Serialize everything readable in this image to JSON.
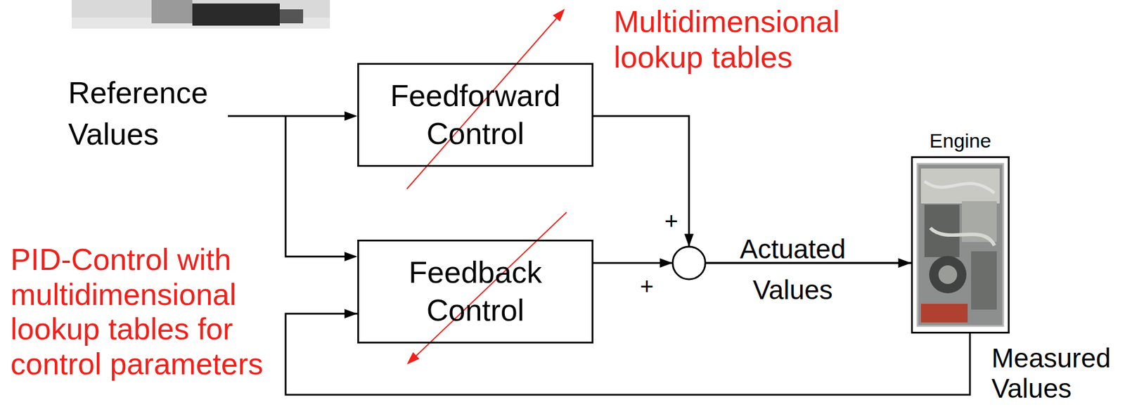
{
  "diagram": {
    "nodes": [
      {
        "text": [
          "Feedforward Control"
        ]
      },
      {
        "text": [
          "Feedback Control"
        ]
      },
      {
        "text": [
          "Engine"
        ]
      }
    ],
    "edges": [
      {
        "from": 0,
        "to": 2,
        "arrow": "to"
      },
      {
        "from": 1,
        "to": 2,
        "arrow": "to"
      },
      {
        "from": 2,
        "to": 1,
        "arrow": "to"
      }
    ],
    "labels": [
      "Reference Values",
      "Multidimensional lookup tables",
      "PID-Control with multidimensional lookup tables for control parameters",
      "+",
      "+",
      "Actuated Values",
      "Measured Values"
    ]
  }
}
